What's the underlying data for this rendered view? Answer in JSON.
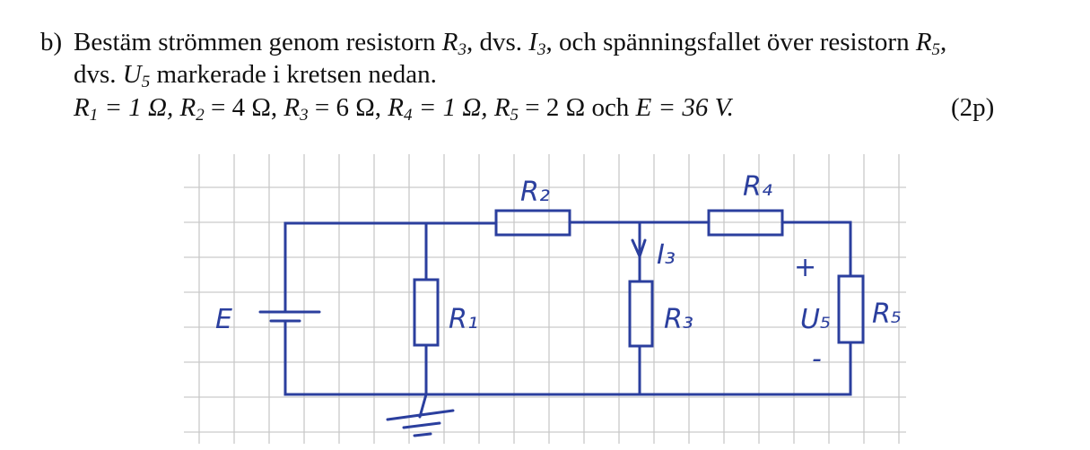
{
  "problem": {
    "label": "b)",
    "line1": {
      "a": "Bestäm strömmen genom resistorn ",
      "r3": "R",
      "r3sub": "3",
      "b": ", dvs. ",
      "i3": "I",
      "i3sub": "3",
      "c": ", och spänningsfallet över resistorn ",
      "r5": "R",
      "r5sub": "5",
      "d": ","
    },
    "line2": {
      "a": "dvs. ",
      "u5": "U",
      "u5sub": "5",
      "b": " markerade i kretsen nedan."
    },
    "line3": {
      "r1": "R",
      "r1sub": "1",
      "r1val": " = 1 Ω, ",
      "r2": "R",
      "r2sub": "2",
      "r2val": " = 4 Ω, ",
      "r3": "R",
      "r3sub": "3",
      "r3val": " = 6 Ω, ",
      "r4": "R",
      "r4sub": "4",
      "r4val": " = 1 Ω, ",
      "r5": "R",
      "r5sub": "5",
      "r5val": " = 2 Ω och ",
      "e": "E",
      "eval": " = 36 V."
    },
    "points": "(2p)"
  },
  "circuit": {
    "labels": {
      "r1": "R₁",
      "r2": "R₂",
      "r3": "R₃",
      "r4": "R₄",
      "r5": "R₅",
      "e": "E",
      "i3": "I₃",
      "u5": "U₅",
      "plus": "+",
      "minus": "-"
    },
    "ink_color": "#2b3f9e",
    "grid_color": "#c9c9c9"
  }
}
